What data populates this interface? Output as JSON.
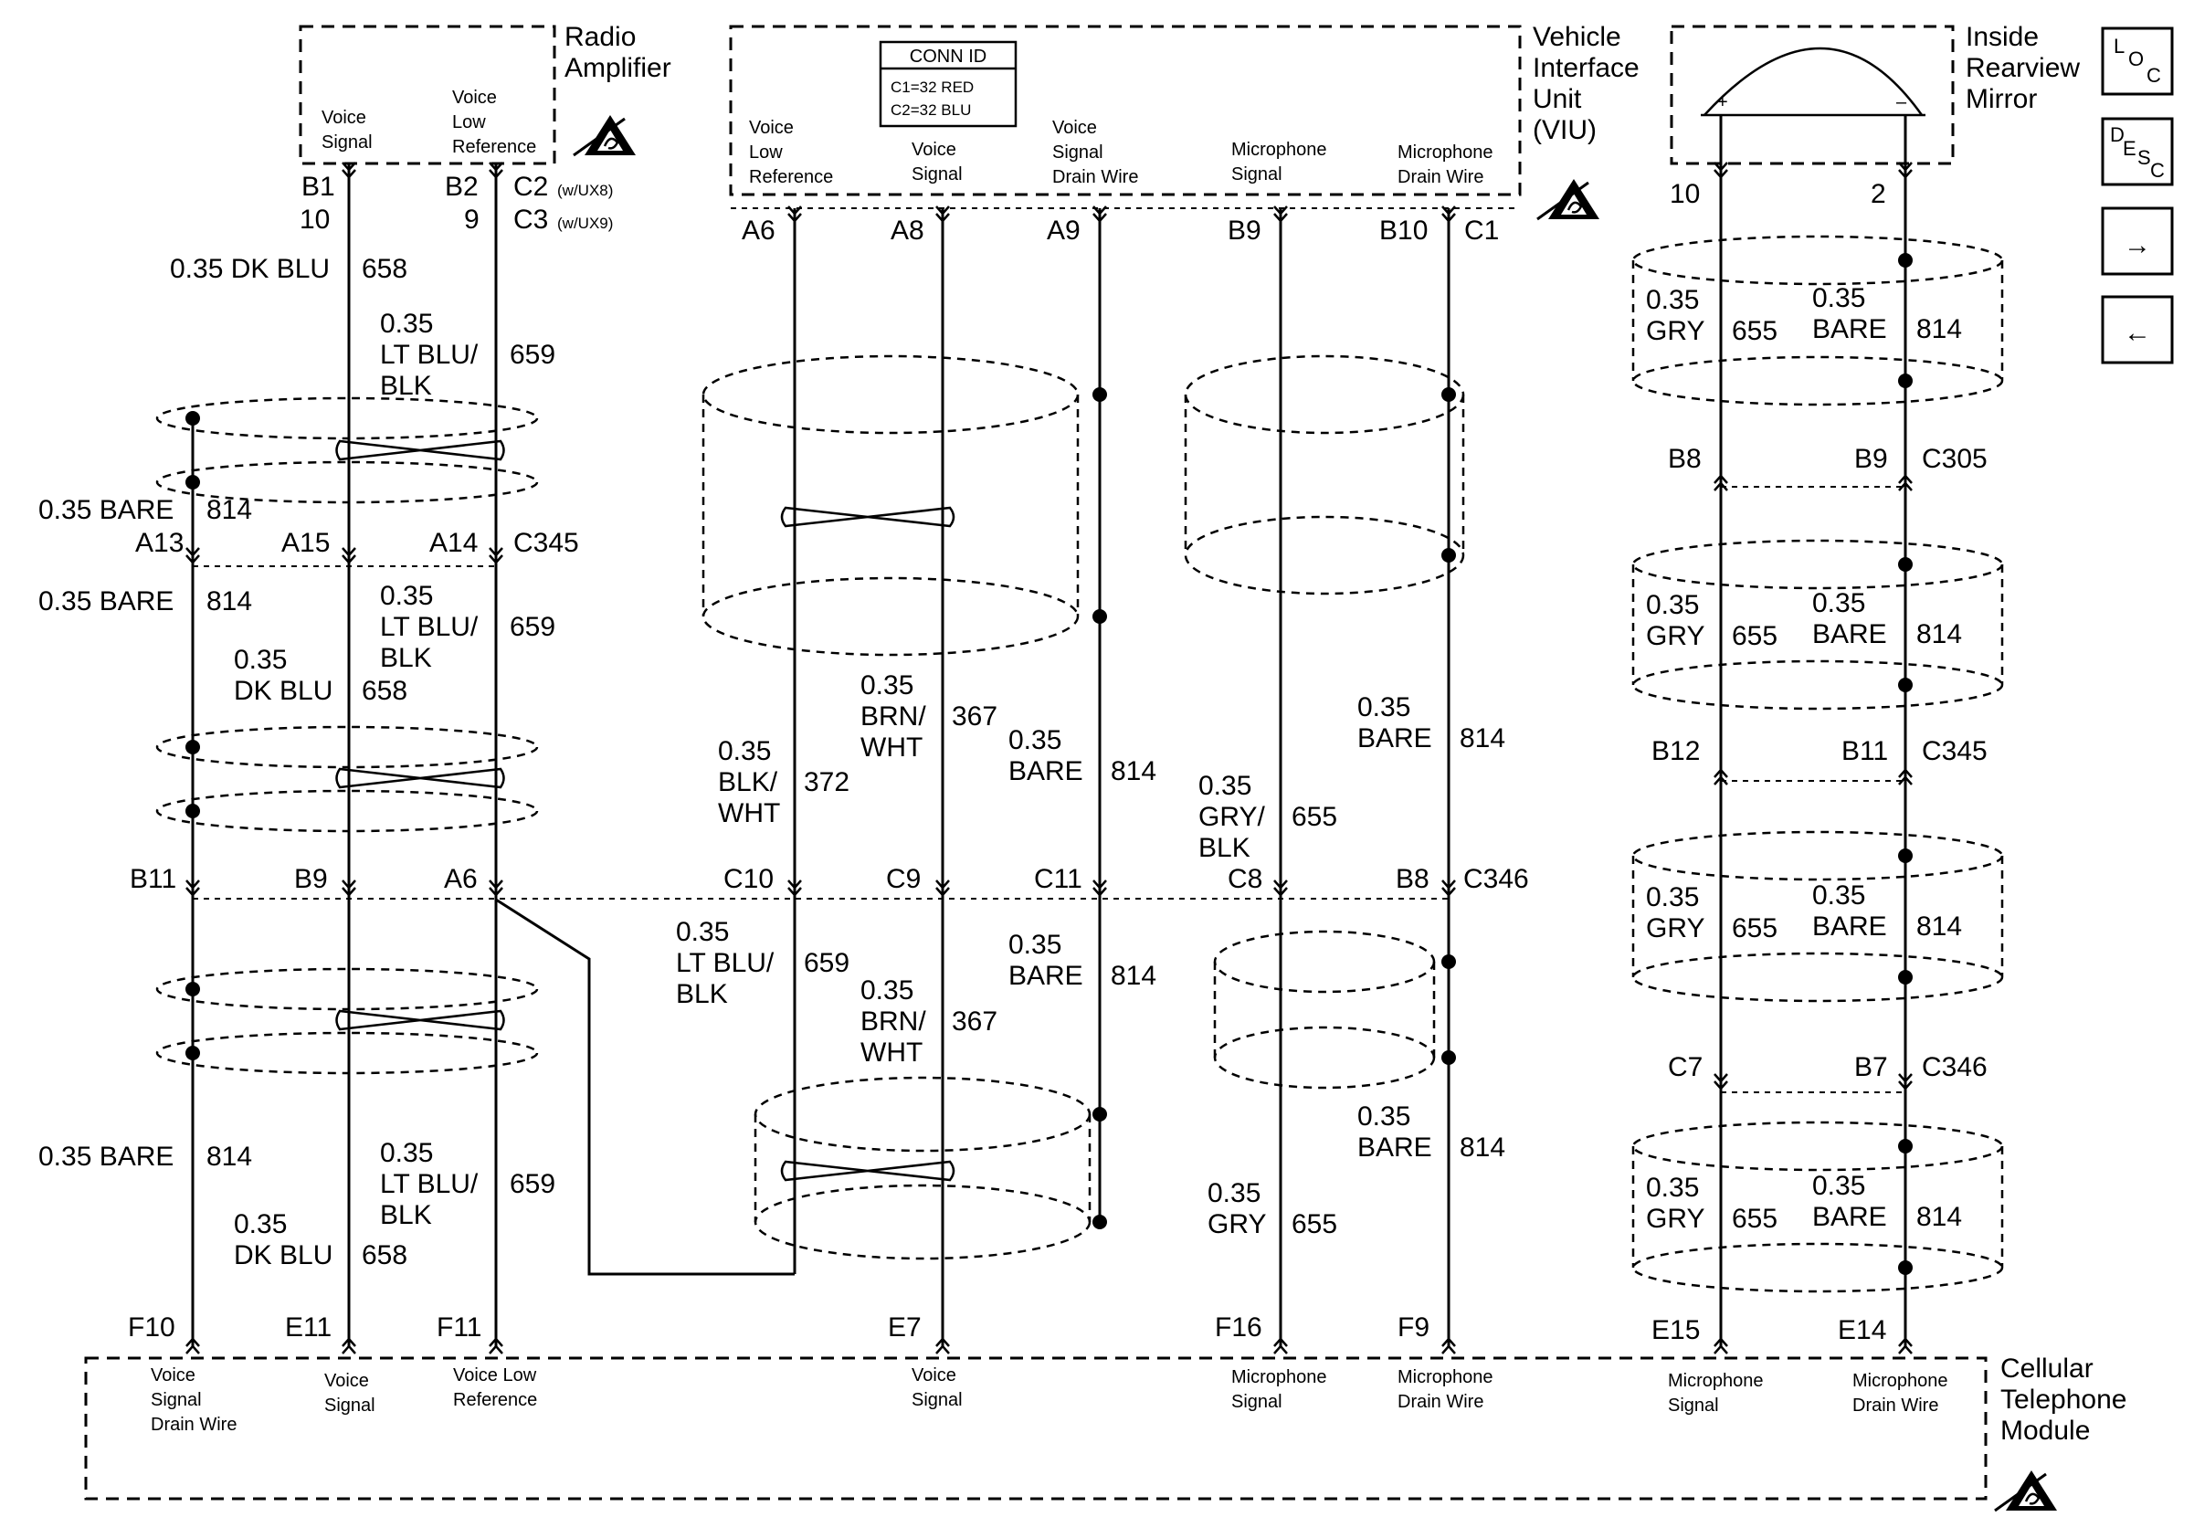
{
  "components": {
    "radio_amp": {
      "name": [
        "Radio",
        "Amplifier"
      ],
      "pins": [
        [
          "Voice",
          "Signal"
        ],
        [
          "Voice",
          "Low",
          "Reference"
        ]
      ]
    },
    "viu": {
      "name": [
        "Vehicle",
        "Interface",
        "Unit",
        "(VIU)"
      ],
      "conn_id": {
        "title": "CONN ID",
        "lines": [
          "C1=32 RED",
          "C2=32 BLU"
        ]
      },
      "pins": [
        [
          "Voice",
          "Low",
          "Reference"
        ],
        [
          "Voice",
          "Signal"
        ],
        [
          "Voice",
          "Signal",
          "Drain Wire"
        ],
        [
          "Microphone",
          "Signal"
        ],
        [
          "Microphone",
          "Drain Wire"
        ]
      ]
    },
    "mirror": {
      "name": [
        "Inside",
        "Rearview",
        "Mirror"
      ],
      "plus": "+",
      "minus": "–"
    },
    "cellular": {
      "name": [
        "Cellular",
        "Telephone",
        "Module"
      ],
      "pins": [
        [
          "Voice",
          "Signal",
          "Drain Wire"
        ],
        [
          "Voice",
          "Signal"
        ],
        [
          "Voice Low",
          "Reference"
        ],
        [
          "Voice",
          "Signal"
        ],
        [
          "Microphone",
          "Signal"
        ],
        [
          "Microphone",
          "Drain Wire"
        ],
        [
          "Microphone",
          "Signal"
        ],
        [
          "Microphone",
          "Drain Wire"
        ]
      ]
    }
  },
  "nav": {
    "loc": {
      "a": "L",
      "b": "O",
      "c": "C"
    },
    "desc": {
      "a": "D",
      "b": "E",
      "c": "S",
      "d": "C"
    },
    "next_symbol": "→",
    "prev_symbol": "←"
  },
  "pin_labels": {
    "rad_b1": "B1",
    "rad_10": "10",
    "rad_b2": "B2",
    "rad_9": "9",
    "rad_c2": "C2",
    "rad_c2_opt": "(w/UX8)",
    "rad_c3": "C3",
    "rad_c3_opt": "(w/UX9)",
    "viu_a6": "A6",
    "viu_a8": "A8",
    "viu_a9": "A9",
    "viu_b9": "B9",
    "viu_b10": "B10",
    "viu_c1": "C1",
    "mir_10": "10",
    "mir_2": "2",
    "c345_a13": "A13",
    "c345_a15": "A15",
    "c345_a14": "A14",
    "c345_name": "C345",
    "c346_b11": "B11",
    "c346_b9": "B9",
    "c346_a6": "A6",
    "c346_c10": "C10",
    "c346_c9": "C9",
    "c346_c11": "C11",
    "c346_c8": "C8",
    "c346_b8": "B8",
    "c346_name": "C346",
    "c305_b8": "B8",
    "c305_b9": "B9",
    "c305_name": "C305",
    "c345r_b12": "B12",
    "c345r_b11": "B11",
    "c345r_name": "C345",
    "c346r_c7": "C7",
    "c346r_b7": "B7",
    "c346r_name": "C346",
    "cell_f10": "F10",
    "cell_e11": "E11",
    "cell_f11": "F11",
    "cell_e7": "E7",
    "cell_f16": "F16",
    "cell_f9": "F9",
    "cell_e15": "E15",
    "cell_e14": "E14"
  },
  "wire_labels": {
    "w1": [
      "0.35 DK BLU",
      "658"
    ],
    "w2": [
      "0.35",
      "LT BLU/",
      "BLK",
      "659"
    ],
    "w3": [
      "0.35 BARE",
      "814"
    ],
    "w4": [
      "0.35 BARE",
      "814"
    ],
    "w5": [
      "0.35",
      "LT BLU/",
      "BLK",
      "659"
    ],
    "w6": [
      "0.35",
      "DK BLU",
      "658"
    ],
    "w7": [
      "0.35",
      "BRN/",
      "WHT",
      "367"
    ],
    "w8": [
      "0.35",
      "BLK/",
      "WHT",
      "372"
    ],
    "w9": [
      "0.35",
      "BARE",
      "814"
    ],
    "w10": [
      "0.35",
      "GRY/",
      "BLK",
      "655"
    ],
    "w11": [
      "0.35",
      "BARE",
      "814"
    ],
    "w12": [
      "0.35",
      "LT BLU/",
      "BLK",
      "659"
    ],
    "w13": [
      "0.35",
      "BRN/",
      "WHT",
      "367"
    ],
    "w14": [
      "0.35",
      "BARE",
      "814"
    ],
    "w15": [
      "0.35 BARE",
      "814"
    ],
    "w16": [
      "0.35",
      "LT BLU/",
      "BLK",
      "659"
    ],
    "w17": [
      "0.35",
      "DK BLU",
      "658"
    ],
    "w18": [
      "0.35",
      "GRY",
      "655"
    ],
    "w19": [
      "0.35",
      "BARE",
      "814"
    ],
    "m1g": [
      "0.35",
      "GRY",
      "655"
    ],
    "m1b": [
      "0.35",
      "BARE",
      "814"
    ],
    "m2g": [
      "0.35",
      "GRY",
      "655"
    ],
    "m2b": [
      "0.35",
      "BARE",
      "814"
    ],
    "m3g": [
      "0.35",
      "GRY",
      "655"
    ],
    "m3b": [
      "0.35",
      "BARE",
      "814"
    ],
    "m4g": [
      "0.35",
      "GRY",
      "655"
    ],
    "m4b": [
      "0.35",
      "BARE",
      "814"
    ]
  }
}
